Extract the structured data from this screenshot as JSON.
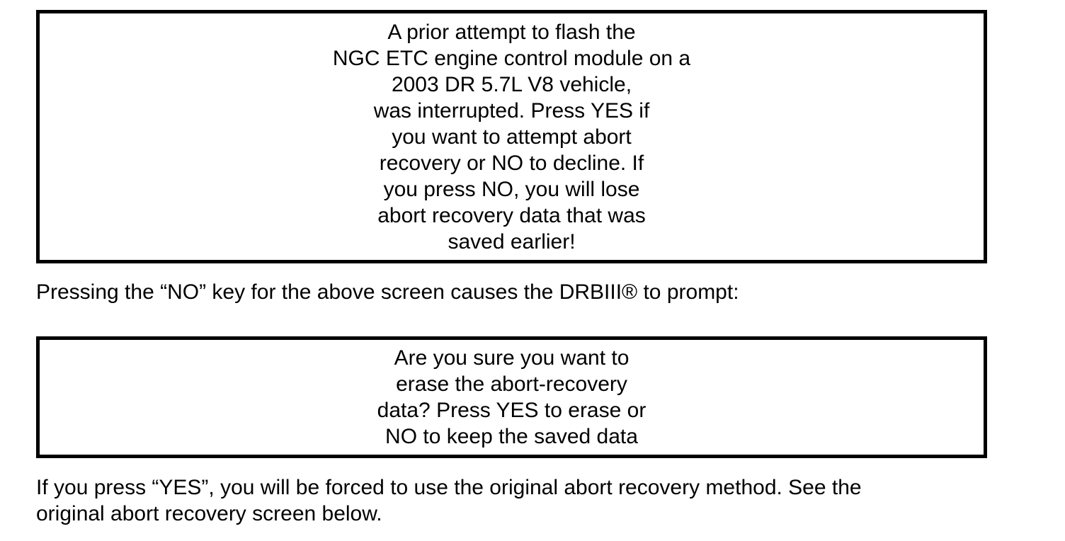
{
  "colors": {
    "background": "#ffffff",
    "text": "#000000",
    "screen_border": "#000000"
  },
  "screen1": {
    "lines": [
      "A prior attempt to flash the",
      "NGC ETC engine control module on a",
      "2003 DR 5.7L V8 vehicle,",
      "was interrupted. Press YES if",
      "you want to attempt abort",
      "recovery or NO to decline. If",
      "you press NO, you will lose",
      "abort recovery data that was",
      "saved earlier!"
    ]
  },
  "paragraph1": {
    "text": "Pressing the “NO” key for the above screen causes the DRBIII® to prompt:"
  },
  "screen2": {
    "lines": [
      "Are you sure you want to",
      "erase the abort-recovery",
      "data? Press YES to erase or",
      "NO to keep the saved data"
    ]
  },
  "paragraph2": {
    "lines": [
      "If you press “YES”, you will be forced to use the original abort recovery method. See the",
      "original abort recovery screen below."
    ]
  }
}
